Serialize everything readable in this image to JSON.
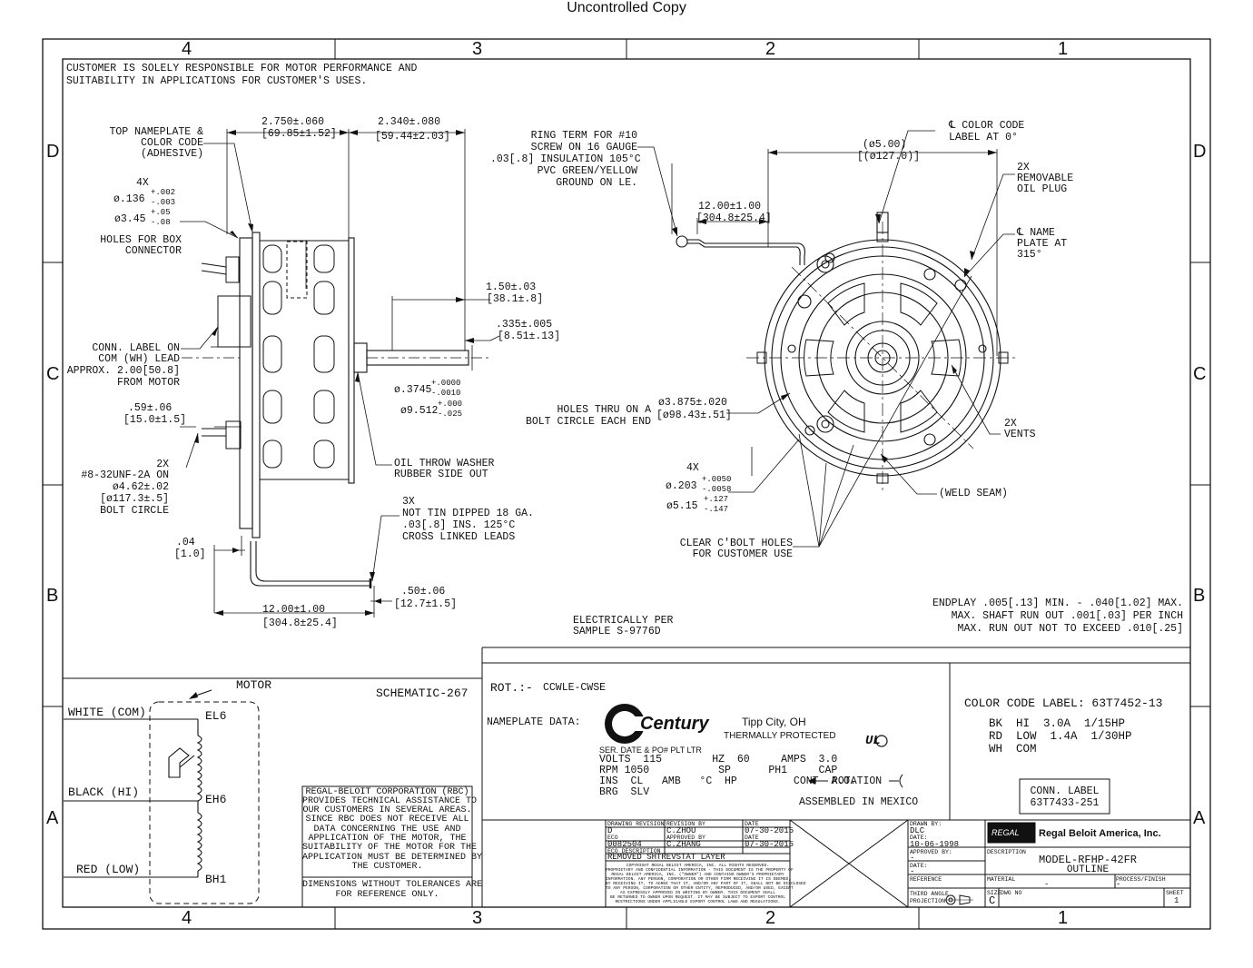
{
  "header": {
    "uncontrolled": "Uncontrolled Copy"
  },
  "grid": {
    "columns": [
      "4",
      "3",
      "2",
      "1"
    ],
    "rows": [
      "D",
      "C",
      "B",
      "A"
    ]
  },
  "notes": {
    "customer": [
      "CUSTOMER IS SOLELY RESPONSIBLE FOR MOTOR PERFORMANCE AND",
      "SUITABILITY IN APPLICATIONS FOR CUSTOMER'S USES."
    ],
    "endplay": [
      "ENDPLAY .005[.13] MIN. - .040[1.02] MAX.",
      "MAX. SHAFT RUN OUT .001[.03] PER INCH",
      "MAX. RUN OUT NOT TO EXCEED .010[.25]"
    ],
    "electrically": [
      "ELECTRICALLY PER",
      "SAMPLE S-9776D"
    ]
  },
  "side_view": {
    "top_nameplate": [
      "TOP NAMEPLATE &",
      "COLOR CODE",
      "(ADHESIVE)"
    ],
    "holes_qty": "4X",
    "holes_dia": "ø.136",
    "holes_tol_plus": "+.002",
    "holes_tol_minus": "-.003",
    "holes_metric": "ø3.45",
    "holes_metric_plus": "+.05",
    "holes_metric_minus": "-.08",
    "holes_label": [
      "HOLES FOR BOX",
      "CONNECTOR"
    ],
    "dim_2750": "2.750±.060",
    "dim_2750_m": "[69.85±1.52]",
    "dim_2340": "2.340±.080",
    "dim_2340_m": "[59.44±2.03]",
    "dim_150": "1.50±.03",
    "dim_150_m": "[38.1±.8]",
    "dim_335": ".335±.005",
    "dim_335_m": "[8.51±.13]",
    "conn_label": [
      "CONN. LABEL ON",
      "COM (WH) LEAD",
      "APPROX. 2.00[50.8]",
      "FROM MOTOR"
    ],
    "shaft_dia": "ø.3745",
    "shaft_plus": "+.0000",
    "shaft_minus": "-.0010",
    "shaft_m": "ø9.512",
    "shaft_m_plus": "+.000",
    "shaft_m_minus": "-.025",
    "dim_059": ".59±.06",
    "dim_059_m": "[15.0±1.5]",
    "studs": [
      "2X",
      "#8-32UNF-2A ON",
      "ø4.62±.02",
      "[ø117.3±.5]",
      "BOLT CIRCLE"
    ],
    "oil_throw": [
      "OIL THROW WASHER",
      "RUBBER SIDE OUT"
    ],
    "leads": [
      "3X",
      "NOT TIN DIPPED 18 GA.",
      ".03[.8] INS. 125°C",
      "CROSS LINKED LEADS"
    ],
    "dim_004": ".04",
    "dim_004_m": "[1.0]",
    "dim_050": ".50±.06",
    "dim_050_m": "[12.7±1.5]",
    "dim_1200": "12.00±1.00",
    "dim_1200_m": "[304.8±25.4]"
  },
  "end_view": {
    "ring_term": [
      "RING TERM FOR #10",
      "SCREW ON 16 GAUGE",
      ".03[.8] INSULATION 105°C",
      "PVC GREEN/YELLOW",
      "GROUND ON LE."
    ],
    "dim_1200": "12.00±1.00",
    "dim_1200_m": "[304.8±25.4]",
    "dia_500": "(ø5.00)",
    "dia_500_m": "[(ø127.0)]",
    "color_code": [
      "℄ COLOR CODE",
      "LABEL AT 0°"
    ],
    "oil_plug": [
      "2X",
      "REMOVABLE",
      "OIL PLUG"
    ],
    "name_plate": [
      "℄ NAME",
      "PLATE AT",
      "315°"
    ],
    "holes_thru": [
      "HOLES THRU ON A",
      "BOLT CIRCLE EACH END"
    ],
    "bolt_circle": "ø3.875±.020",
    "bolt_circle_m": "[ø98.43±.51]",
    "vents": [
      "2X",
      "VENTS"
    ],
    "cbolt_qty": "4X",
    "cbolt_dia": "ø.203",
    "cbolt_plus": "+.0050",
    "cbolt_minus": "-.0058",
    "cbolt_m": "ø5.15",
    "cbolt_m_plus": "+.127",
    "cbolt_m_minus": "-.147",
    "weld_seam": "(WELD SEAM)",
    "clear_bolt": [
      "CLEAR C'BOLT HOLES",
      "FOR CUSTOMER USE"
    ]
  },
  "schematic": {
    "motor": "MOTOR",
    "title": "SCHEMATIC-267",
    "white": "WHITE (COM)",
    "black": "BLACK (HI)",
    "red": "RED (LOW)",
    "el6": "EL6",
    "eh6": "EH6",
    "bh1": "BH1"
  },
  "rbc_note": [
    "REGAL-BELOIT CORPORATION (RBC)",
    "PROVIDES TECHNICAL ASSISTANCE TO",
    "OUR CUSTOMERS IN SEVERAL AREAS.",
    "SINCE RBC DOES NOT RECEIVE ALL",
    "DATA CONCERNING THE USE AND",
    "APPLICATION OF THE MOTOR, THE",
    "SUITABILITY OF THE MOTOR FOR THE",
    "APPLICATION MUST BE DETERMINED BY",
    "THE CUSTOMER."
  ],
  "dims_note": [
    "DIMENSIONS WITHOUT TOLERANCES ARE",
    "FOR REFERENCE ONLY."
  ],
  "nameplate": {
    "rot": "ROT.:-",
    "rot_value": "CCWLE-CWSE",
    "label": "NAMEPLATE DATA:",
    "brand": "Century",
    "city": "Tipp City, OH",
    "thermal": "THERMALLY PROTECTED",
    "ser": "SER. DATE & PO# PLT LTR",
    "volts": "VOLTS  115        HZ  60     AMPS  3.0",
    "rpm": "RPM 1050           SP      PH1     CAP",
    "ins": "INS  CL   AMB   °C  HP         CONT  A.O.",
    "brg": "BRG  SLV",
    "rotation": "ROTATION",
    "assembled": "ASSEMBLED IN MEXICO",
    "ul": "UL"
  },
  "color_code": {
    "title": "COLOR CODE LABEL: 63T7452-13",
    "lines": [
      "BK  HI  3.0A  1/15HP",
      "RD  LOW  1.4A  1/30HP",
      "WH  COM"
    ],
    "conn": [
      "CONN. LABEL",
      "63T7433-251"
    ]
  },
  "title_block": {
    "drawing_revision": "DRAWING REVISION",
    "revision_by": "REVISION BY",
    "date_h": "DATE",
    "rev": "D",
    "rev_by": "C.ZHOU",
    "rev_date": "07-30-2015",
    "eco_h": "ECO",
    "approved_by_h": "APPROVED BY",
    "eco": "0082504",
    "approved": "C.ZHANG",
    "approved_date": "07-30-2015",
    "eco_desc_h": "ECO DESCRIPTION",
    "eco_desc": "REMOVED SHTREVSTAT LAYER",
    "copyright": [
      "COPYRIGHT REGAL BELOIT AMERICA, INC. ALL RIGHTS RESERVED.",
      "PROPRIETARY AND CONFIDENTIAL INFORMATION - THIS DOCUMENT IS THE PROPERTY OF",
      "REGAL BELOIT AMERICA, INC. (\"OWNER\") AND CONTAINS OWNER'S PROPRIETARY",
      "INFORMATION. ANY PERSON, CORPORATION OR OTHER FIRM RECEIVING IT IS DEEMED,",
      "BY RECEIVING IT, TO AGREE THAT IT, AND/OR ANY PART OF IT, SHALL NOT BE DISCLOSED",
      "TO ANY PERSON, CORPORATION OR OTHER ENTITY, REPRODUCED, AND/OR USED, EXCEPT",
      "AS EXPRESSLY APPROVED IN WRITING BY OWNER. THIS DOCUMENT SHALL",
      "BE RETURNED TO OWNER UPON REQUEST. IT MAY BE SUBJECT TO EXPORT CONTROL",
      "RESTRICTIONS UNDER APPLICABLE EXPORT CONTROL LAWS AND REGULATIONS."
    ],
    "drawn_by_h": "DRAWN BY:",
    "drawn_by": "DLC",
    "date_h2": "DATE:",
    "drawn_date": "10-06-1998",
    "approved_by_h2": "APPROVED BY:",
    "approved_by": "-",
    "date_h3": "DATE:",
    "approved_date2": "-",
    "reference_h": "REFERENCE",
    "third_angle": [
      "THIRD ANGLE",
      "PROJECTION"
    ],
    "company": "Regal Beloit America, Inc.",
    "logo": "REGAL",
    "description_h": "DESCRIPTION",
    "model": "MODEL-RFHP-42FR",
    "outline": "OUTLINE",
    "material_h": "MATERIAL",
    "material": "-",
    "process_h": "PROCESS/FINISH",
    "process": "-",
    "size_h": "SIZE",
    "size": "C",
    "dwg_no_h": "DWG NO",
    "sheet_h": "SHEET",
    "sheet": "1"
  }
}
